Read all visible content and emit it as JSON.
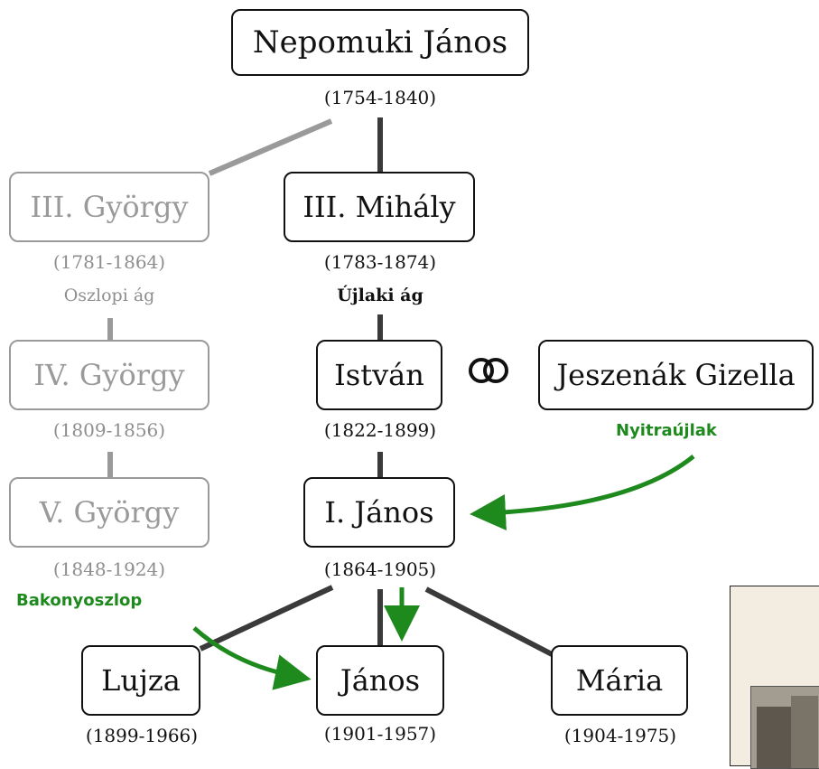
{
  "diagram": {
    "people": {
      "nepomuki": {
        "name": "Nepomuki János",
        "dates": "(1754-1840)"
      },
      "gyorgy3": {
        "name": "III. György",
        "dates": "(1781-1864)",
        "branch": "Oszlopi ág"
      },
      "mihaly3": {
        "name": "III. Mihály",
        "dates": "(1783-1874)",
        "branch": "Újlaki ág"
      },
      "gyorgy4": {
        "name": "IV. György",
        "dates": "(1809-1856)"
      },
      "istvan": {
        "name": "István",
        "dates": "(1822-1899)"
      },
      "gizella": {
        "name": "Jeszenák Gizella"
      },
      "gyorgy5": {
        "name": "V. György",
        "dates": "(1848-1924)"
      },
      "janos1": {
        "name": "I. János",
        "dates": "(1864-1905)"
      },
      "lujza": {
        "name": "Lujza",
        "dates": "(1899-1966)"
      },
      "janos": {
        "name": "János",
        "dates": "(1901-1957)"
      },
      "maria": {
        "name": "Mária",
        "dates": "(1904-1975)"
      }
    },
    "places": {
      "nyitraujlak": "Nyitraújlak",
      "bakonyoszlop": "Bakonyoszlop"
    },
    "colors": {
      "main_line": "#3a3a3a",
      "faded_line": "#9a9a9a",
      "arrow": "#1e8a1e"
    },
    "icons": {
      "marriage": "interlocking-rings-icon"
    }
  }
}
